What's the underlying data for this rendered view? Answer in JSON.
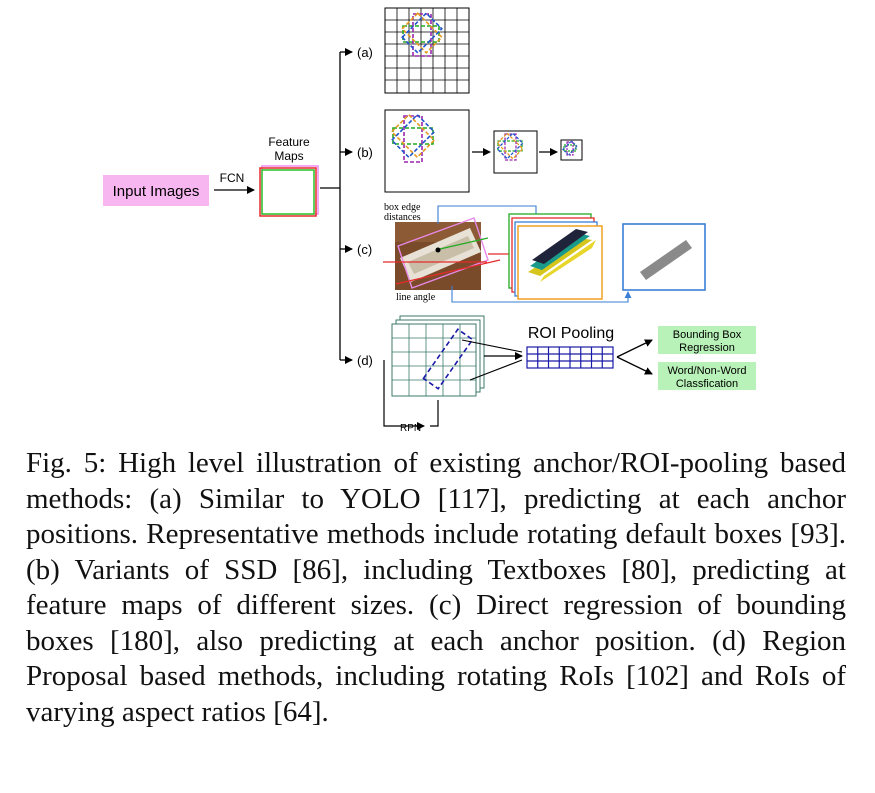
{
  "figure": {
    "input_label": "Input Images",
    "fcn_label": "FCN",
    "feature_maps_line1": "Feature",
    "feature_maps_line2": "Maps",
    "branch_a": "(a)",
    "branch_b": "(b)",
    "branch_c": "(c)",
    "branch_d": "(d)",
    "box_edge_line1": "box edge",
    "box_edge_line2": "distances",
    "line_angle": "line angle",
    "roi_pooling": "ROI Pooling",
    "bbox_line1": "Bounding Box",
    "bbox_line2": "Regression",
    "word_line1": "Word/Non-Word",
    "word_line2": "Classfication",
    "rpn": "RPN",
    "colors": {
      "input_fill": "#f7b6ef",
      "green_box_fill": "#b8f2b8",
      "roi_grid": "#1a1aa8",
      "dash_green": "#22aa22",
      "dash_purple": "#9b27b0",
      "dash_orange": "#e39a1e",
      "dash_blue": "#2255cc",
      "map_orange": "#f0a020",
      "map_blue": "#3a7fd5"
    }
  },
  "caption": "Fig. 5: High level illustration of existing anchor/ROI-pooling based methods: (a) Similar to YOLO [117], predicting at each anchor positions. Representative methods include rotating default boxes [93]. (b) Variants of SSD [86], including Textboxes [80], predicting at feature maps of different sizes. (c) Direct regression of bounding boxes [180], also predicting at each anchor position. (d) Region Proposal based methods, including rotating RoIs [102] and RoIs of varying aspect ratios [64]."
}
